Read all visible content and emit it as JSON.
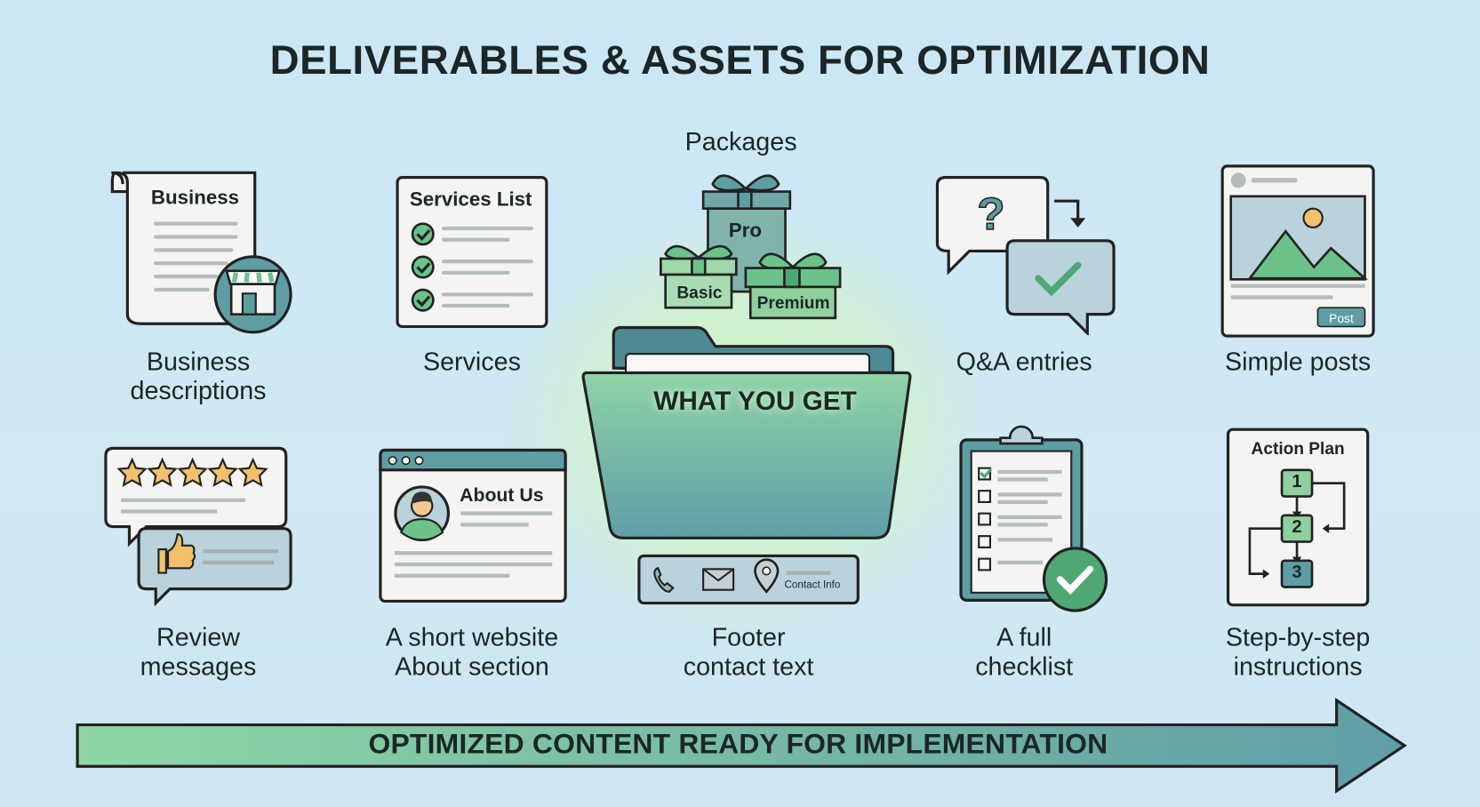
{
  "title": "DELIVERABLES & ASSETS FOR OPTIMIZATION",
  "center": {
    "packages_label": "Packages",
    "package_pro": "Pro",
    "package_basic": "Basic",
    "package_premium": "Premium",
    "folder_label": "WHAT YOU GET",
    "contact_bar_text": "Contact Info"
  },
  "items": [
    {
      "line1": "Business",
      "line2": "descriptions",
      "icon_text": "Business",
      "icon": "storefront-document-icon"
    },
    {
      "line1": "Services",
      "line2": "",
      "icon_text": "Services List",
      "icon": "checklist-card-icon"
    },
    {
      "line1": "Q&A entries",
      "line2": "",
      "icon_text": "",
      "icon": "question-answer-bubbles-icon"
    },
    {
      "line1": "Simple posts",
      "line2": "",
      "icon_text": "Post",
      "icon": "social-post-icon"
    },
    {
      "line1": "Review",
      "line2": "messages",
      "icon_text": "",
      "icon": "star-review-icon"
    },
    {
      "line1": "A short website",
      "line2": "About section",
      "icon_text": "About Us",
      "icon": "about-page-icon"
    },
    {
      "line1": "Footer",
      "line2": "contact text",
      "icon_text": "",
      "icon": "contact-footer-icon"
    },
    {
      "line1": "A full",
      "line2": "checklist",
      "icon_text": "",
      "icon": "clipboard-checklist-icon"
    },
    {
      "line1": "Step-by-step",
      "line2": "instructions",
      "icon_text": "Action Plan",
      "icon": "action-plan-flow-icon",
      "steps": [
        "1",
        "2",
        "3"
      ]
    }
  ],
  "banner": "OPTIMIZED CONTENT READY FOR IMPLEMENTATION",
  "colors": {
    "background": "#cde8f4",
    "green": "#6cc38a",
    "teal": "#5f9ea6",
    "text": "#1c2626"
  }
}
